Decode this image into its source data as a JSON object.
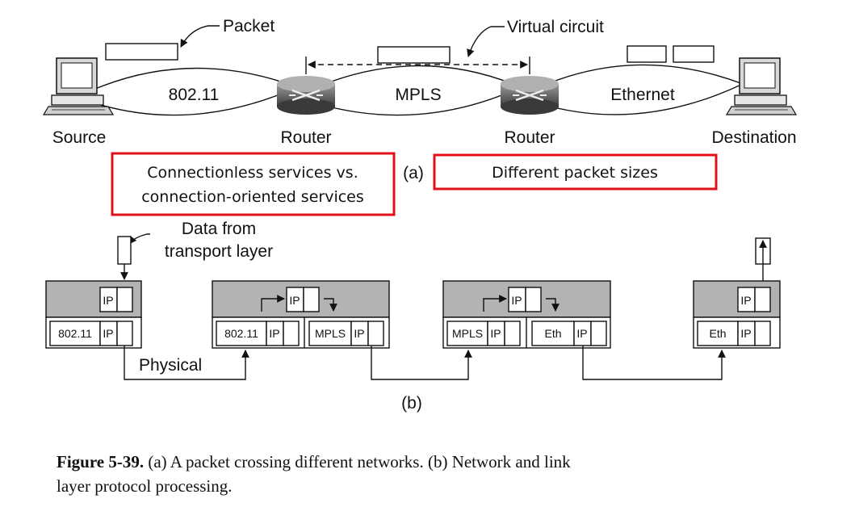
{
  "part_a": {
    "packet_label": "Packet",
    "virtual_circuit_label": "Virtual circuit",
    "networks": [
      "802.11",
      "MPLS",
      "Ethernet"
    ],
    "nodes": [
      "Source",
      "Router",
      "Router",
      "Destination"
    ],
    "part_label": "(a)"
  },
  "annotations": {
    "left": [
      "Connectionless services vs.",
      "connection-oriented services"
    ],
    "right": "Different packet sizes"
  },
  "part_b": {
    "data_label": [
      "Data from",
      "transport layer"
    ],
    "physical_label": "Physical",
    "part_label": "(b)",
    "ip": "IP",
    "links": [
      "802.11",
      "MPLS",
      "Eth"
    ]
  },
  "caption": {
    "bold": "Figure 5-39.",
    "line1": " (a) A packet crossing different networks. (b) Network and link",
    "line2": "layer protocol processing."
  }
}
